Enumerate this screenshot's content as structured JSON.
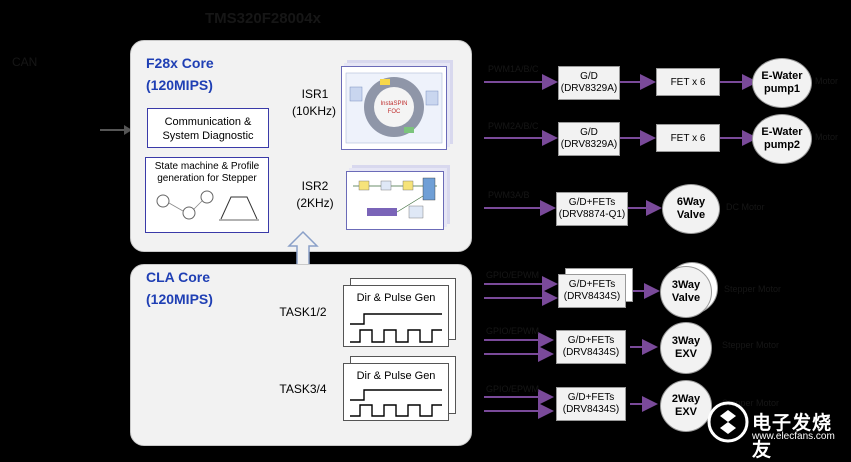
{
  "header": {
    "title": "TMS320F28004x",
    "left_label": "CAN"
  },
  "f28x": {
    "title": "F28x Core",
    "subtitle": "(120MIPS)",
    "comm_box": "Communication & System Diagnostic",
    "sm_box": "State machine & Profile generation for Stepper",
    "isr1": {
      "name": "ISR1",
      "rate": "(10KHz)"
    },
    "isr2": {
      "name": "ISR2",
      "rate": "(2KHz)"
    }
  },
  "cla": {
    "title": "CLA Core",
    "subtitle": "(120MIPS)",
    "task1": "TASK1/2",
    "task2": "TASK3/4",
    "wave_title": "Dir & Pulse Gen"
  },
  "chains": [
    {
      "in": "PWM1A/B/C",
      "driver": "G/D",
      "driver_part": "(DRV8329A)",
      "stage": "FET x 6",
      "load": "E-Water",
      "load2": "pump1",
      "out": "Motor"
    },
    {
      "in": "PWM2A/B/C",
      "driver": "G/D",
      "driver_part": "(DRV8329A)",
      "stage": "FET x 6",
      "load": "E-Water",
      "load2": "pump2",
      "out": "Motor"
    },
    {
      "in": "PWM3A/B",
      "driver": "G/D+FETs",
      "driver_part": "(DRV8874-Q1)",
      "load": "6Way",
      "load2": "Valve",
      "out": "DC Motor"
    },
    {
      "in": "GPIO/EPWM",
      "driver": "G/D+FETs",
      "driver_part": "(DRV8434S)",
      "load": "3Way",
      "load2": "Valve",
      "out": "Stepper Motor"
    },
    {
      "in": "GPIO/EPWM",
      "driver": "G/D+FETs",
      "driver_part": "(DRV8434S)",
      "load": "3Way",
      "load2": "EXV",
      "out": "Stepper Motor"
    },
    {
      "in": "GPIO/EPWM",
      "driver": "G/D+FETs",
      "driver_part": "(DRV8434S)",
      "load": "2Way",
      "load2": "EXV",
      "out": "Stepper Motor"
    }
  ],
  "watermark": {
    "cn": "电子发烧友",
    "en": "www.elecfans.com"
  },
  "colors": {
    "arrow": "#7a4a9a",
    "core_title": "#1f3fb4",
    "panel": "#f2f2f2"
  }
}
